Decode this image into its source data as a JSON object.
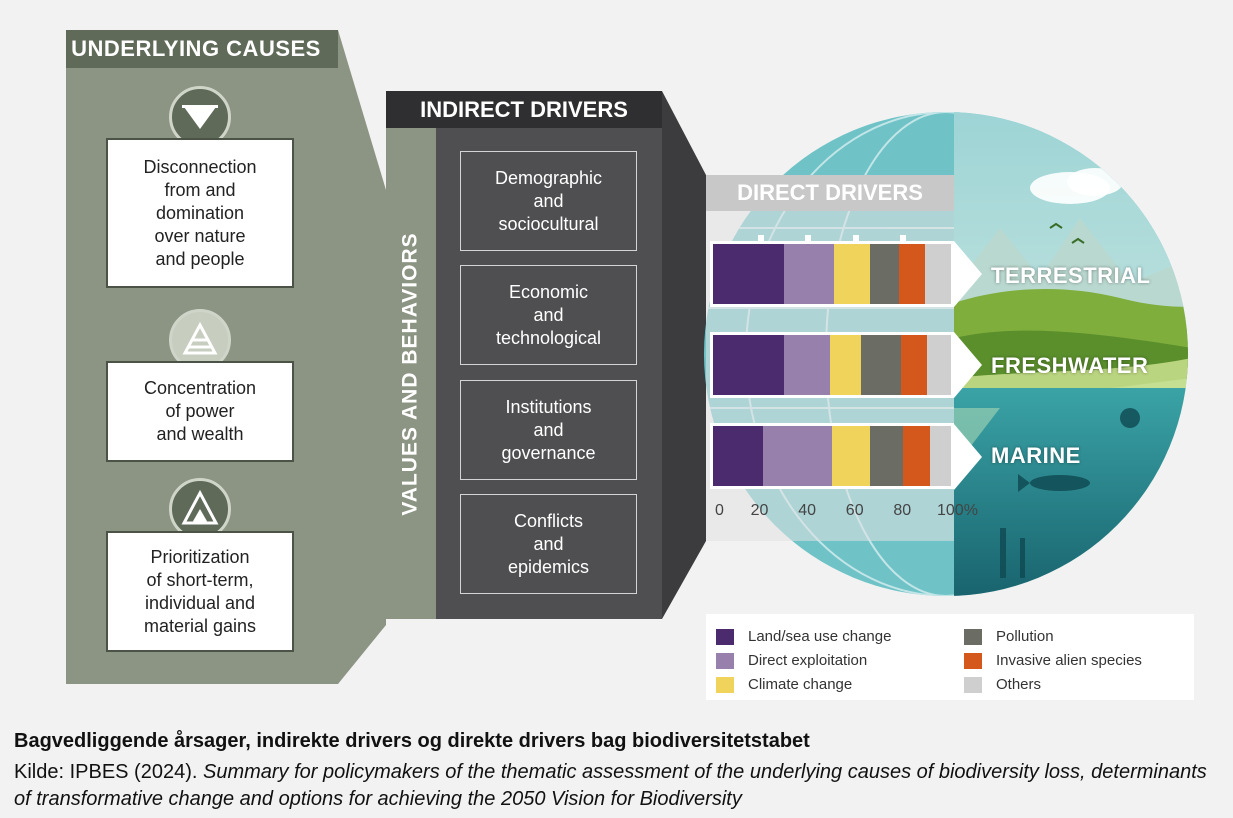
{
  "underlying_causes": {
    "title": "UNDERLYING CAUSES",
    "items": [
      {
        "icon": "inverted-triangle-icon",
        "label": "Disconnection\nfrom and\ndomination\nover nature\nand people"
      },
      {
        "icon": "pyramid-icon",
        "label": "Concentration\nof power\nand wealth"
      },
      {
        "icon": "triangle-icon",
        "label": "Prioritization\nof short-term,\nindividual and\nmaterial gains"
      }
    ]
  },
  "values_behaviors": {
    "label": "VALUES AND BEHAVIORS"
  },
  "indirect_drivers": {
    "title": "INDIRECT DRIVERS",
    "items": [
      {
        "label": "Demographic\nand\nsociocultural"
      },
      {
        "label": "Economic\nand\ntechnological"
      },
      {
        "label": "Institutions\nand\ngovernance"
      },
      {
        "label": "Conflicts\nand\nepidemics"
      }
    ]
  },
  "chart_data": {
    "type": "bar",
    "stacked": true,
    "orientation": "horizontal",
    "title": "DIRECT DRIVERS",
    "categories": [
      "TERRESTRIAL",
      "FRESHWATER",
      "MARINE"
    ],
    "x_tick_labels": [
      "0",
      "20",
      "40",
      "60",
      "80",
      "100%"
    ],
    "xlim": [
      0,
      100
    ],
    "series": [
      {
        "name": "Land/sea use change",
        "color": "#4b2a6e",
        "values": [
          30,
          30,
          21
        ]
      },
      {
        "name": "Direct exploitation",
        "color": "#9880ad",
        "values": [
          21,
          19,
          29
        ]
      },
      {
        "name": "Climate change",
        "color": "#f0d35b",
        "values": [
          15,
          13,
          16
        ]
      },
      {
        "name": "Pollution",
        "color": "#6b6c64",
        "values": [
          12,
          17,
          14
        ]
      },
      {
        "name": "Invasive alien species",
        "color": "#d4581b",
        "values": [
          11,
          11,
          11
        ]
      },
      {
        "name": "Others",
        "color": "#cfcfcf",
        "values": [
          11,
          10,
          9
        ]
      }
    ],
    "legend_position": "bottom"
  },
  "caption": {
    "title": "Bagvedliggende årsager, indirekte drivers og direkte drivers bag biodiversitetstabet",
    "source_prefix": "Kilde: IPBES (2024). ",
    "source_italic": "Summary for policymakers of the thematic assessment of the underlying causes of biodiversity loss, determinants of transformative change and options for achieving the 2050 Vision for Biodiversity"
  }
}
